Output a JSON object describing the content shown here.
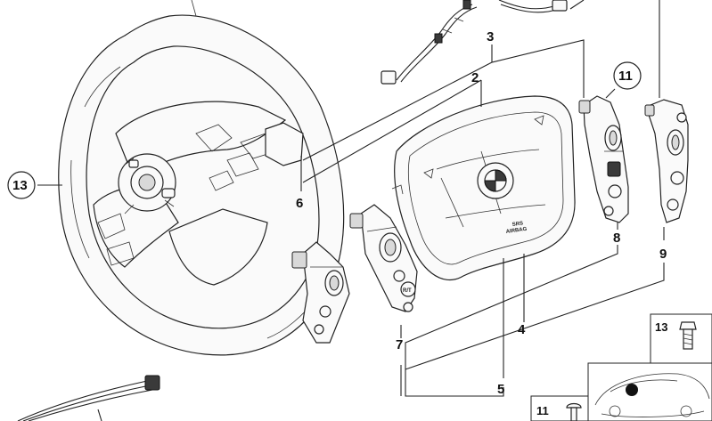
{
  "callouts": {
    "c2": "2",
    "c3": "3",
    "c4": "4",
    "c5": "5",
    "c6": "6",
    "c7": "7",
    "c8": "8",
    "c9": "9",
    "c11_top": "11",
    "c13_left": "13",
    "c13_inset": "13",
    "c11_inset": "11"
  },
  "airbag_text": {
    "line1": "SRS",
    "line2": "AIRBAG"
  },
  "button_labels": {
    "rt": "R/T"
  },
  "colors": {
    "line": "#222222",
    "car_marker": "#111111"
  }
}
